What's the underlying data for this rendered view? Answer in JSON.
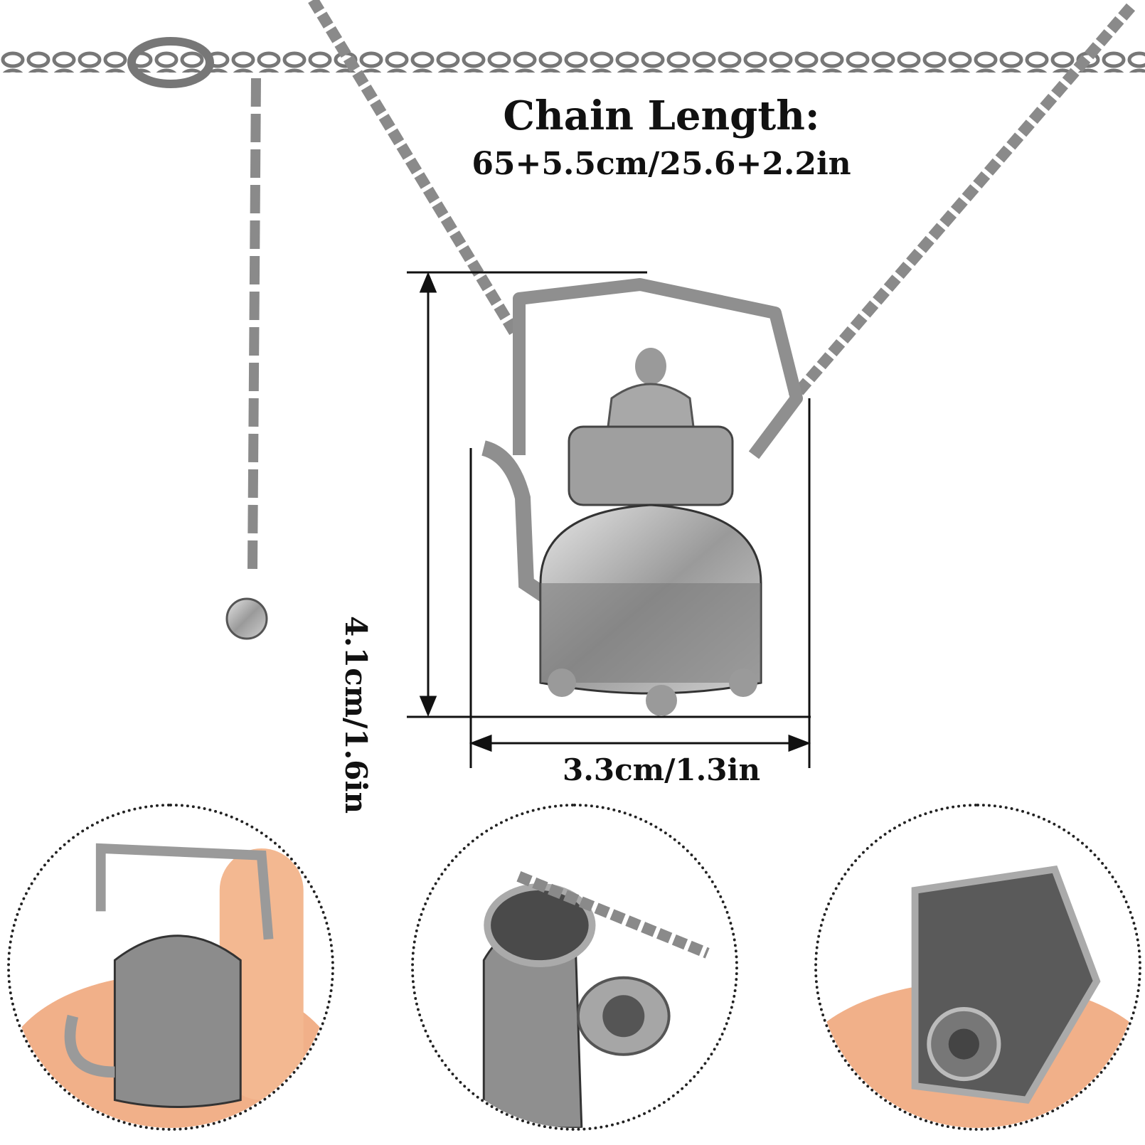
{
  "product": {
    "chain_title": "Chain Length:",
    "chain_length": "65+5.5cm/25.6+2.2in",
    "height": "4.1cm/1.6in",
    "width": "3.3cm/1.3in"
  },
  "colors": {
    "silver": "#bdbdbd",
    "dark_metal": "#3a3a3a",
    "skin": "#f2b28a",
    "text": "#111111"
  },
  "detail_photos": [
    {
      "name": "teapot-held-in-fingers"
    },
    {
      "name": "teapot-lid-open"
    },
    {
      "name": "teapot-top-view"
    }
  ]
}
